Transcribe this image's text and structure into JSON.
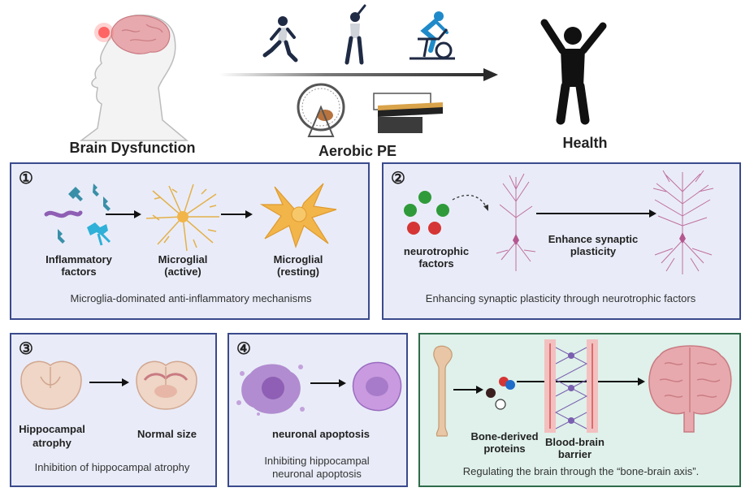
{
  "top": {
    "brain_dysfunction": "Brain Dysfunction",
    "aerobic_pe": "Aerobic PE",
    "health": "Health"
  },
  "panel1": {
    "number": "①",
    "inflammatory": "Inflammatory\nfactors",
    "microglial_active": "Microglial\n(active)",
    "microglial_resting": "Microglial\n(resting)",
    "caption": "Microglia-dominated anti-inflammatory mechanisms"
  },
  "panel2": {
    "number": "②",
    "neurotrophic": "neurotrophic\nfactors",
    "enhance": "Enhance synaptic\nplasticity",
    "caption": "Enhancing synaptic plasticity through neurotrophic factors"
  },
  "panel3": {
    "number": "③",
    "hippocampal_atrophy": "Hippocampal\natrophy",
    "normal_size": "Normal size",
    "caption": "Inhibition of hippocampal atrophy"
  },
  "panel4": {
    "number": "④",
    "neuronal_apoptosis": "neuronal apoptosis",
    "caption": "Inhibiting hippocampal\nneuronal apoptosis"
  },
  "panel5": {
    "bone_proteins": "Bone-derived\nproteins",
    "bbb": "Blood-brain\nbarrier",
    "caption": "Regulating the brain through the “bone-brain axis”."
  },
  "colors": {
    "panel_blue_bg": "#e9ecf8",
    "panel_blue_border": "#3a4a8c",
    "panel_green_bg": "#dff1ea",
    "panel_green_border": "#2f6b4a",
    "microglia_orange": "#f2b54a",
    "neuron_pink": "#b5578f",
    "apoptosis_purple": "#9a6cc0"
  }
}
